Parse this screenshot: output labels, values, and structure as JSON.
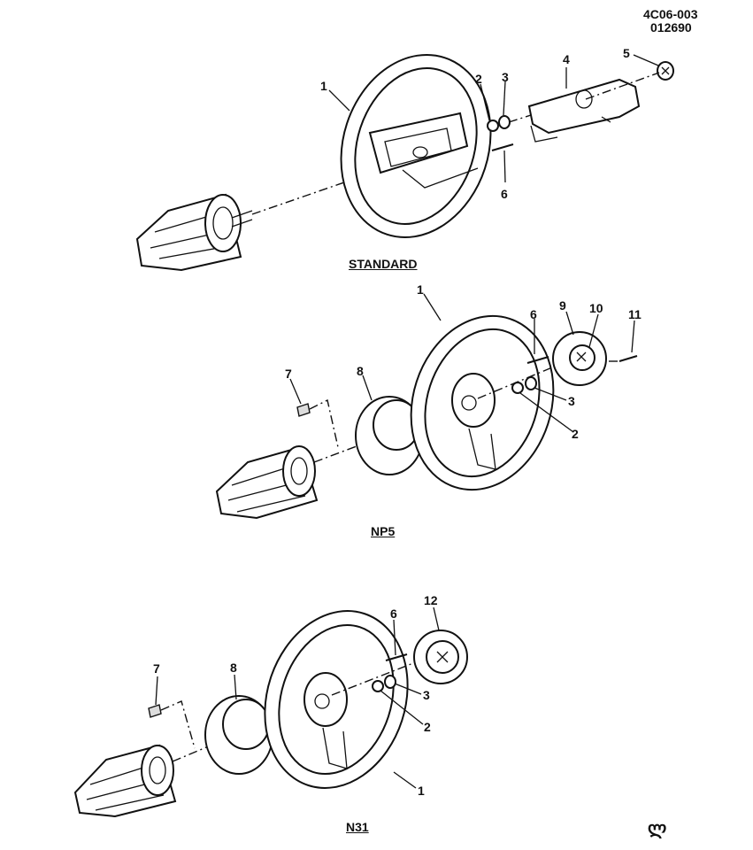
{
  "header": {
    "code": "4C06-003",
    "date_code": "012690"
  },
  "sections": [
    {
      "title": "STANDARD",
      "callouts": [
        "1",
        "2",
        "3",
        "4",
        "5",
        "6"
      ]
    },
    {
      "title": "NP5",
      "callouts": [
        "1",
        "6",
        "9",
        "10",
        "11",
        "7",
        "8",
        "3",
        "2"
      ]
    },
    {
      "title": "N31",
      "callouts": [
        "6",
        "12",
        "7",
        "8",
        "3",
        "2",
        "1"
      ]
    }
  ],
  "logo_glyph": "ლ"
}
